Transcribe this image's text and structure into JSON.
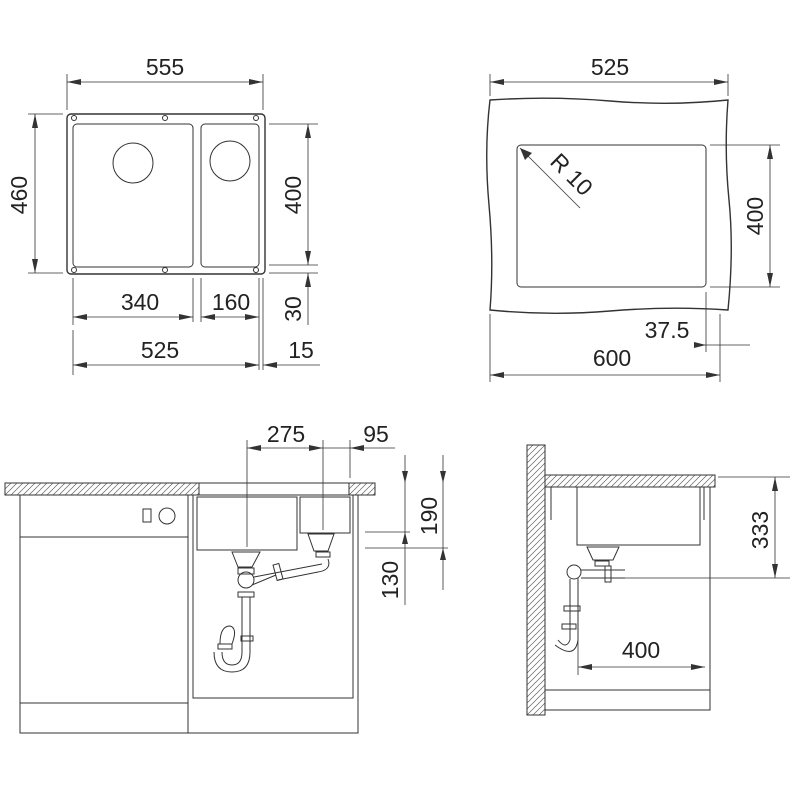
{
  "top_left_view": {
    "overall_width": "555",
    "overall_depth": "460",
    "bowl_depth": "400",
    "edge_offset_depth": "30",
    "main_bowl_width": "340",
    "small_bowl_width": "160",
    "cutout_width": "525",
    "edge_offset_width": "15"
  },
  "top_right_view": {
    "bowl_width": "525",
    "bowl_depth": "400",
    "corner_radius": "R 10",
    "offset": "37.5",
    "cabinet_width": "600"
  },
  "front_view": {
    "drain_spacing": "275",
    "small_drain_offset": "95",
    "main_bowl_depth": "190",
    "small_bowl_depth": "130"
  },
  "side_view": {
    "installation_depth": "333",
    "drain_distance": "400"
  }
}
